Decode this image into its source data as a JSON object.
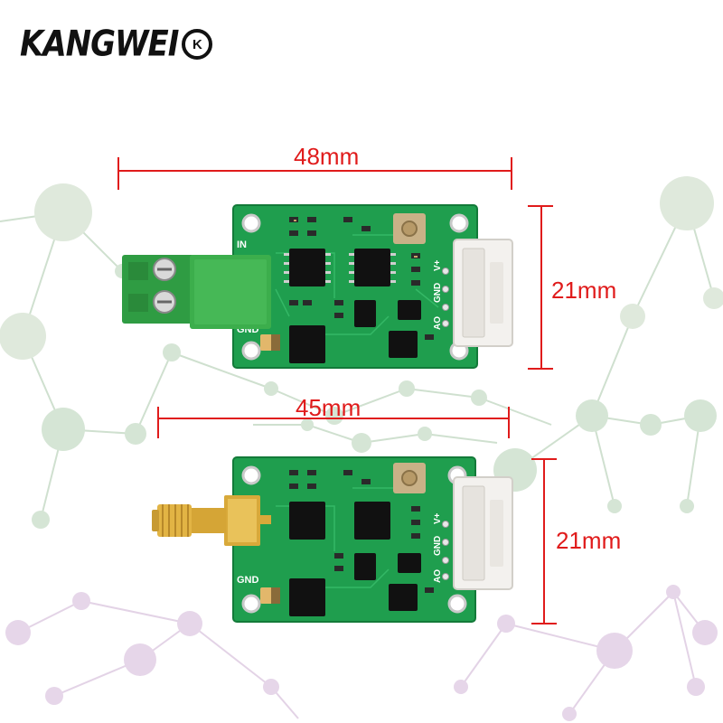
{
  "brand": {
    "name": "KANGWEI",
    "badge": "K"
  },
  "dimensions": {
    "top_width": "48mm",
    "top_height": "21mm",
    "bottom_width": "45mm",
    "bottom_height": "21mm"
  },
  "board_labels": {
    "in": "IN",
    "gnd": "GND",
    "ao": "AO",
    "gnd_side": "GND",
    "vplus": "V+"
  },
  "colors": {
    "pcb_green": "#1f9e4e",
    "dimension_red": "#e01b1b",
    "terminal_green": "#3cae4c",
    "connector_white": "#f3f1ee",
    "sma_gold": "#d8a93a"
  }
}
